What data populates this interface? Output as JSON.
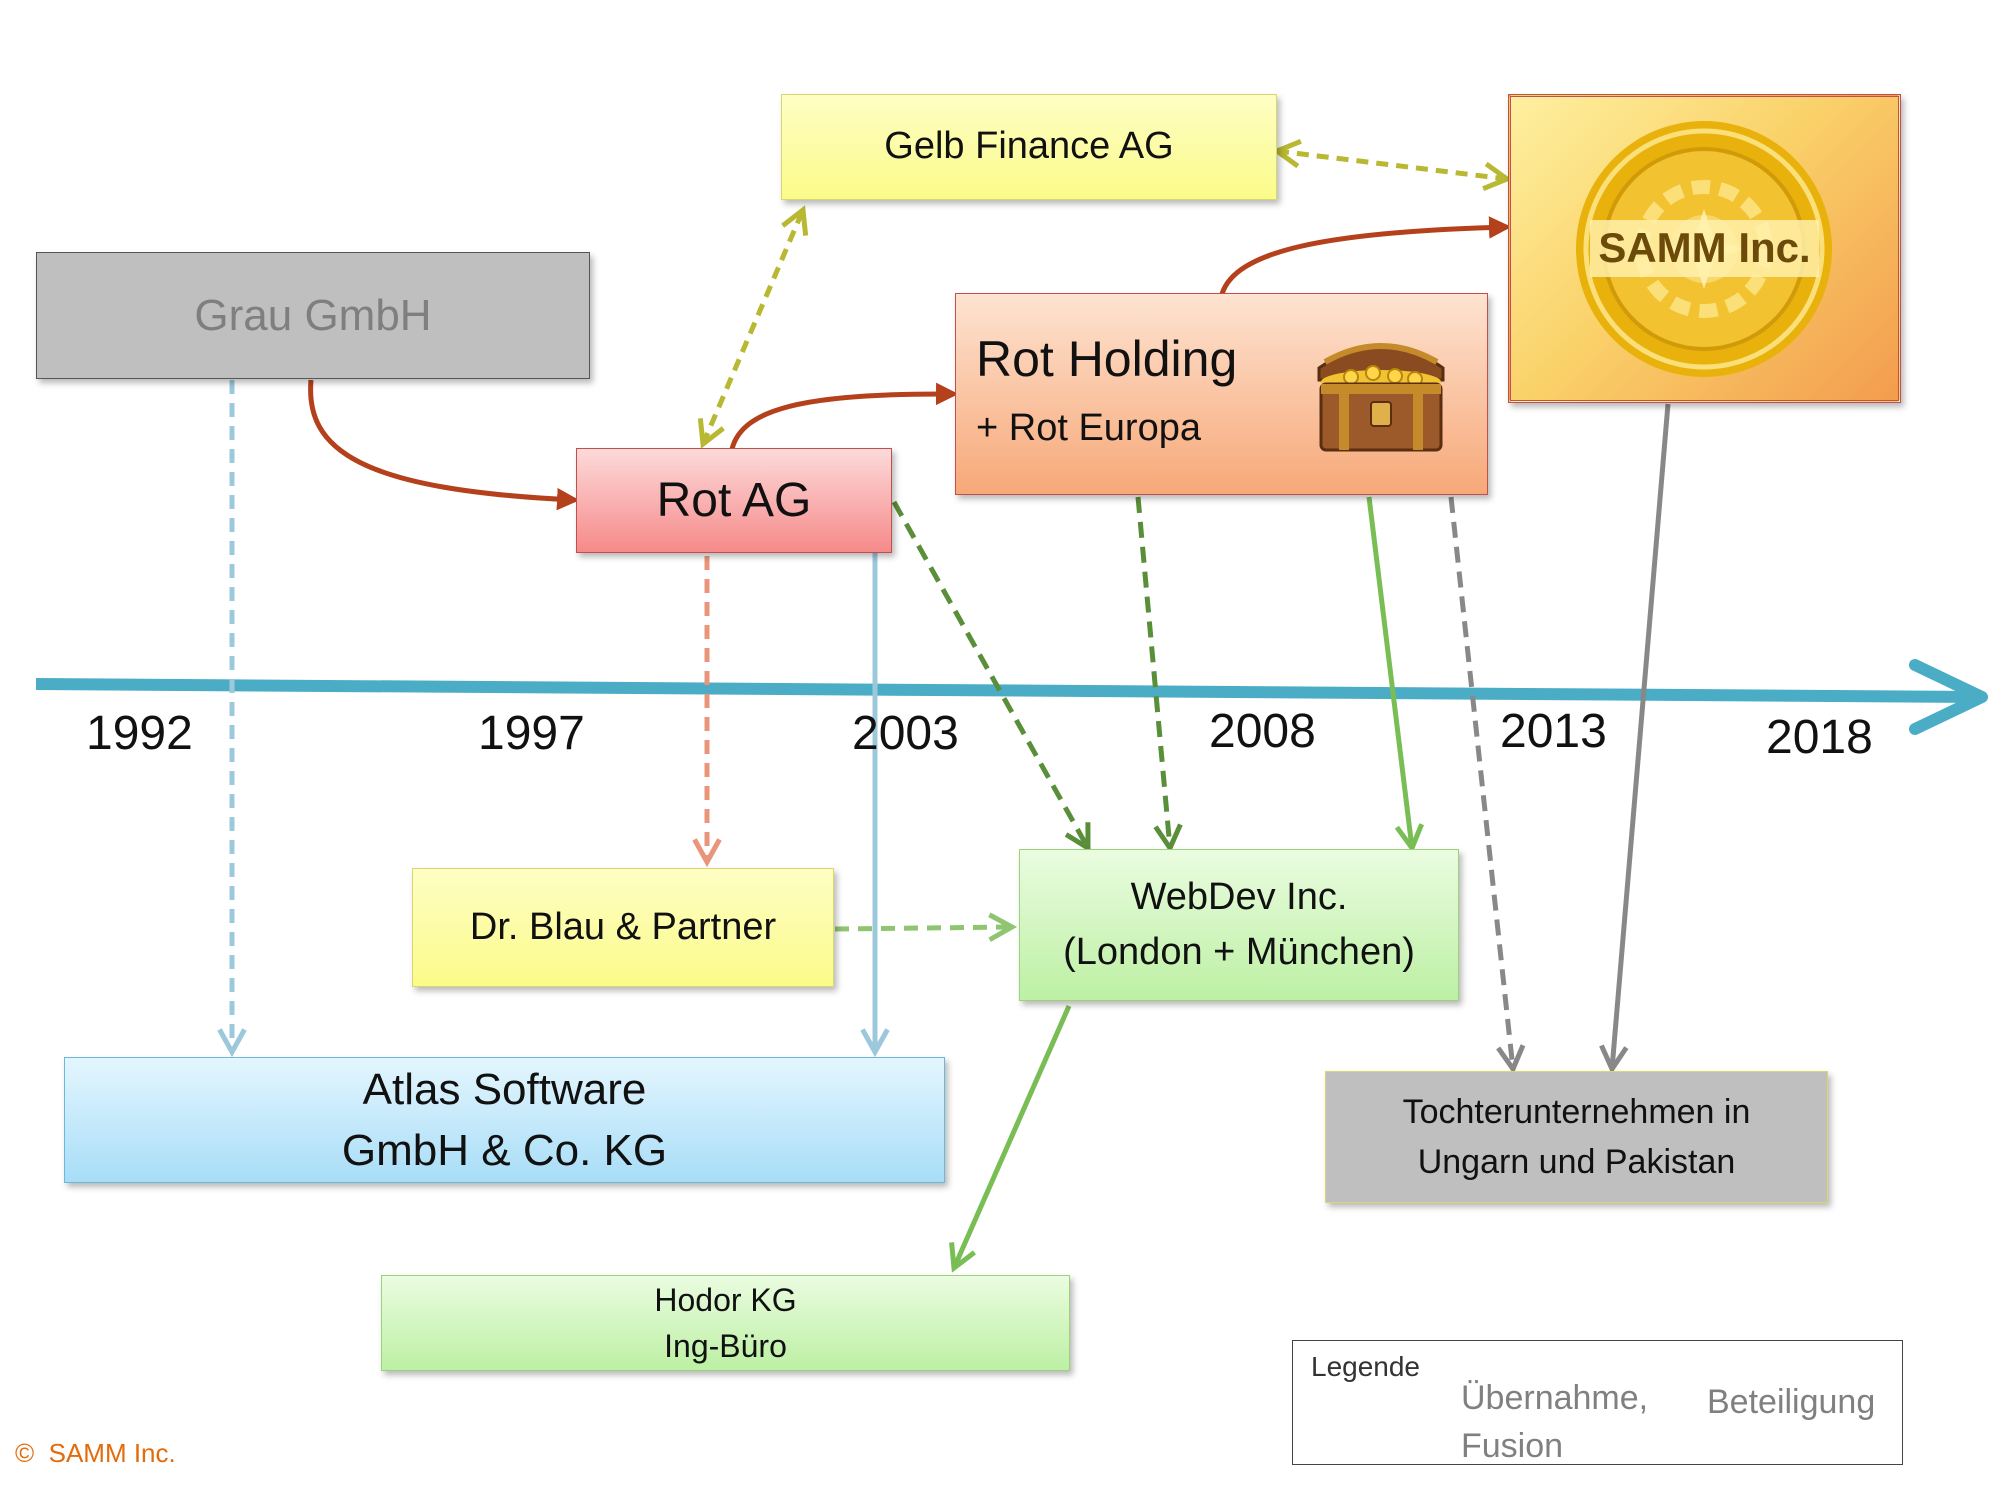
{
  "companies": {
    "grau": "Grau GmbH",
    "gelb": "Gelb Finance AG",
    "rot_ag": "Rot AG",
    "rot_holding": {
      "title": "Rot Holding",
      "subtitle": "+ Rot Europa"
    },
    "samm": "SAMM Inc.",
    "blau": "Dr. Blau & Partner",
    "webdev": {
      "line1": "WebDev Inc.",
      "line2": "(London + München)"
    },
    "atlas": {
      "line1": "Atlas Software",
      "line2": "GmbH & Co. KG"
    },
    "hodor": {
      "line1": "Hodor KG",
      "line2": "Ing-Büro"
    },
    "tochter": {
      "line1": "Tochterunternehmen in",
      "line2": "Ungarn und Pakistan"
    }
  },
  "timeline": {
    "years": [
      "1992",
      "1997",
      "2003",
      "2008",
      "2013",
      "2018"
    ],
    "color": "#4BACC6"
  },
  "legend": {
    "title": "Legende",
    "solid_label_1": "Übernahme,",
    "solid_label_2": "Fusion",
    "dashed_label": "Beteiligung"
  },
  "copyright": "©  SAMM Inc.",
  "icons": {
    "rot_holding": "treasure-chest-icon",
    "samm": "gold-gear-coin-icon"
  },
  "colors": {
    "red_arrow": "#B5401C",
    "olive_arrow": "#B8B832",
    "green_solid": "#79BE55",
    "green_dashed": "#5A8F3A",
    "light_blue": "#9CC8DC",
    "salmon": "#E8957A",
    "gray_arrow": "#888888"
  }
}
